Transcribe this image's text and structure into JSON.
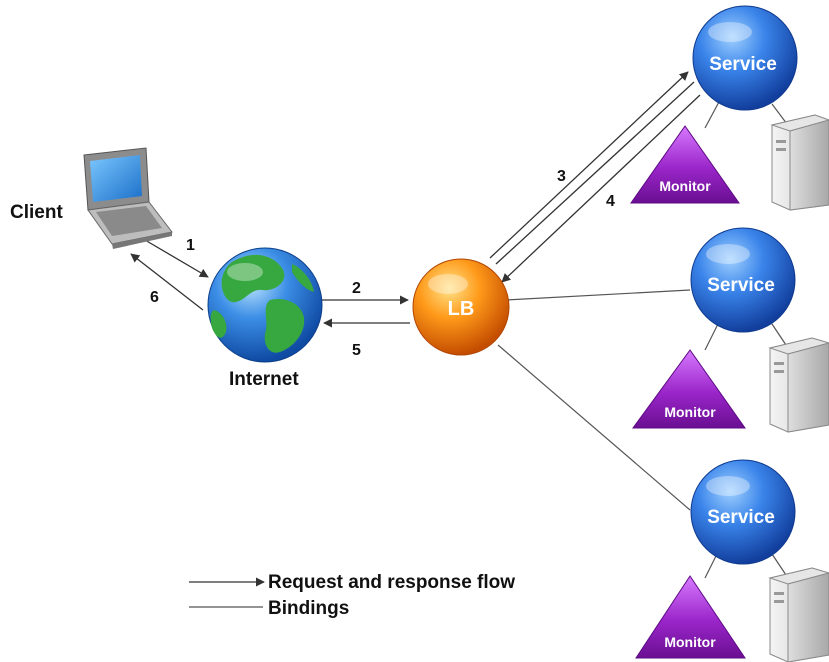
{
  "nodes": {
    "client_label": "Client",
    "internet_label": "Internet",
    "lb_label": "LB",
    "service_label": "Service",
    "monitor_label": "Monitor"
  },
  "steps": [
    "1",
    "2",
    "3",
    "4",
    "5",
    "6"
  ],
  "legend": {
    "request_response": "Request and response flow",
    "bindings": "Bindings"
  },
  "colors": {
    "service": "#1e5fd0",
    "monitor": "#8a1ab8",
    "lb": "#f07800",
    "globe_ocean": "#2f7fe0",
    "globe_land": "#2ea03a",
    "laptop_screen": "#2c8fe0"
  }
}
